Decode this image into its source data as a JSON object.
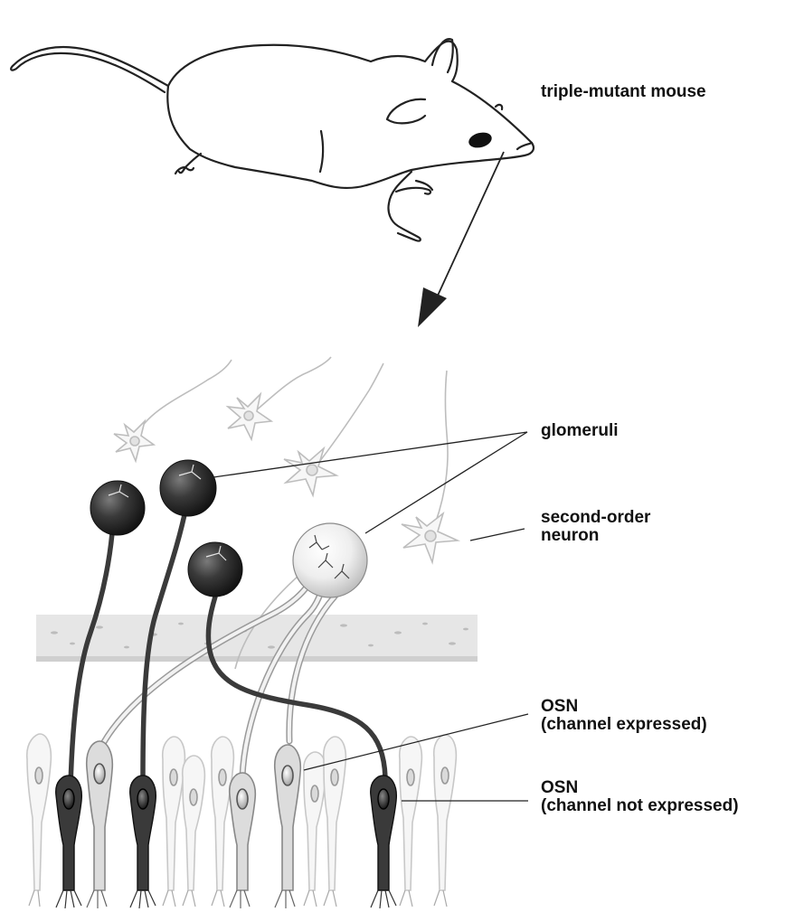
{
  "labels": {
    "mouse": "triple-mutant mouse",
    "glomeruli": "glomeruli",
    "second_order_line1": "second-order",
    "second_order_line2": "neuron",
    "osn_expressed_line1": "OSN",
    "osn_expressed_line2": "(channel expressed)",
    "osn_not_expressed_line1": "OSN",
    "osn_not_expressed_line2": "(channel not expressed)"
  },
  "colors": {
    "dark_osn": "#3a3a3a",
    "light_osn": "#d9d9d9",
    "pale_cell": "#f4f4f4",
    "outline": "#222222",
    "cribriform_band": "#e4e4e4"
  }
}
